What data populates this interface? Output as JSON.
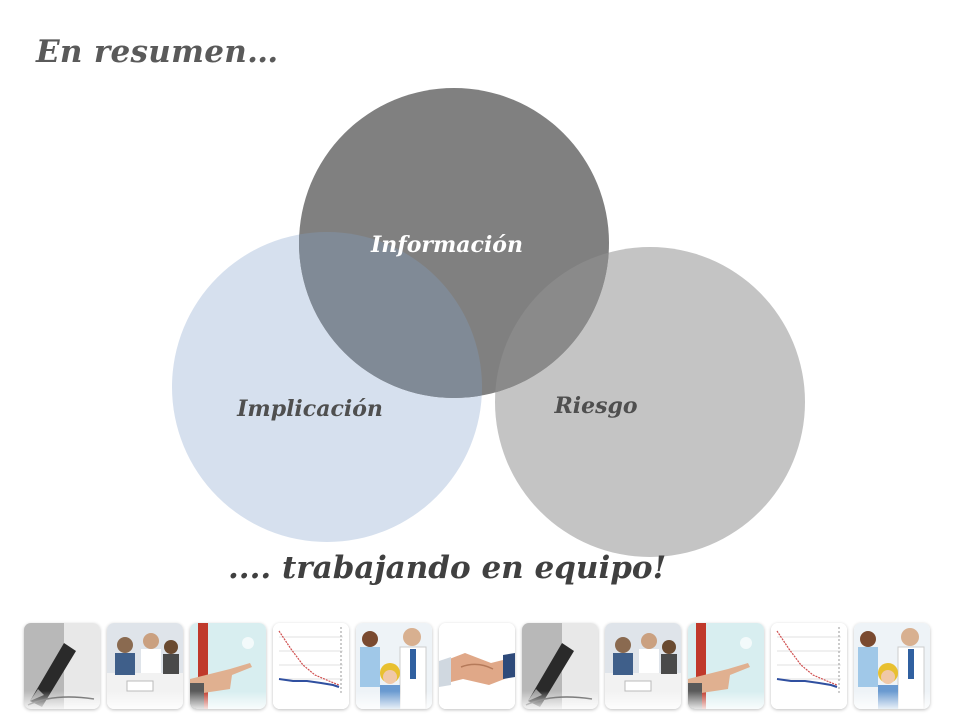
{
  "slide": {
    "title": "En resumen…",
    "tagline": ".... trabajando en equipo!"
  },
  "venn": {
    "circles": [
      {
        "label": "Implicación",
        "color": "#d6e0ee",
        "label_color": "#4f4f4f"
      },
      {
        "label": "Información",
        "color": "#808080",
        "label_color": "#ffffff"
      },
      {
        "label": "Riesgo",
        "color": "#c4c4c4",
        "label_color": "#4f4f4f"
      }
    ],
    "overlap_colors": {
      "informacion_implicacion": "#808a96",
      "informacion_riesgo": "#8a8a8a"
    }
  },
  "photo_strip": {
    "thumbnails": [
      "fountain-pen-photo",
      "meeting-photo",
      "pointing-hand-photo",
      "line-chart-photo",
      "doctors-team-photo",
      "handshake-photo",
      "fountain-pen-photo",
      "meeting-photo",
      "pointing-hand-photo",
      "line-chart-photo",
      "doctors-team-photo"
    ]
  }
}
